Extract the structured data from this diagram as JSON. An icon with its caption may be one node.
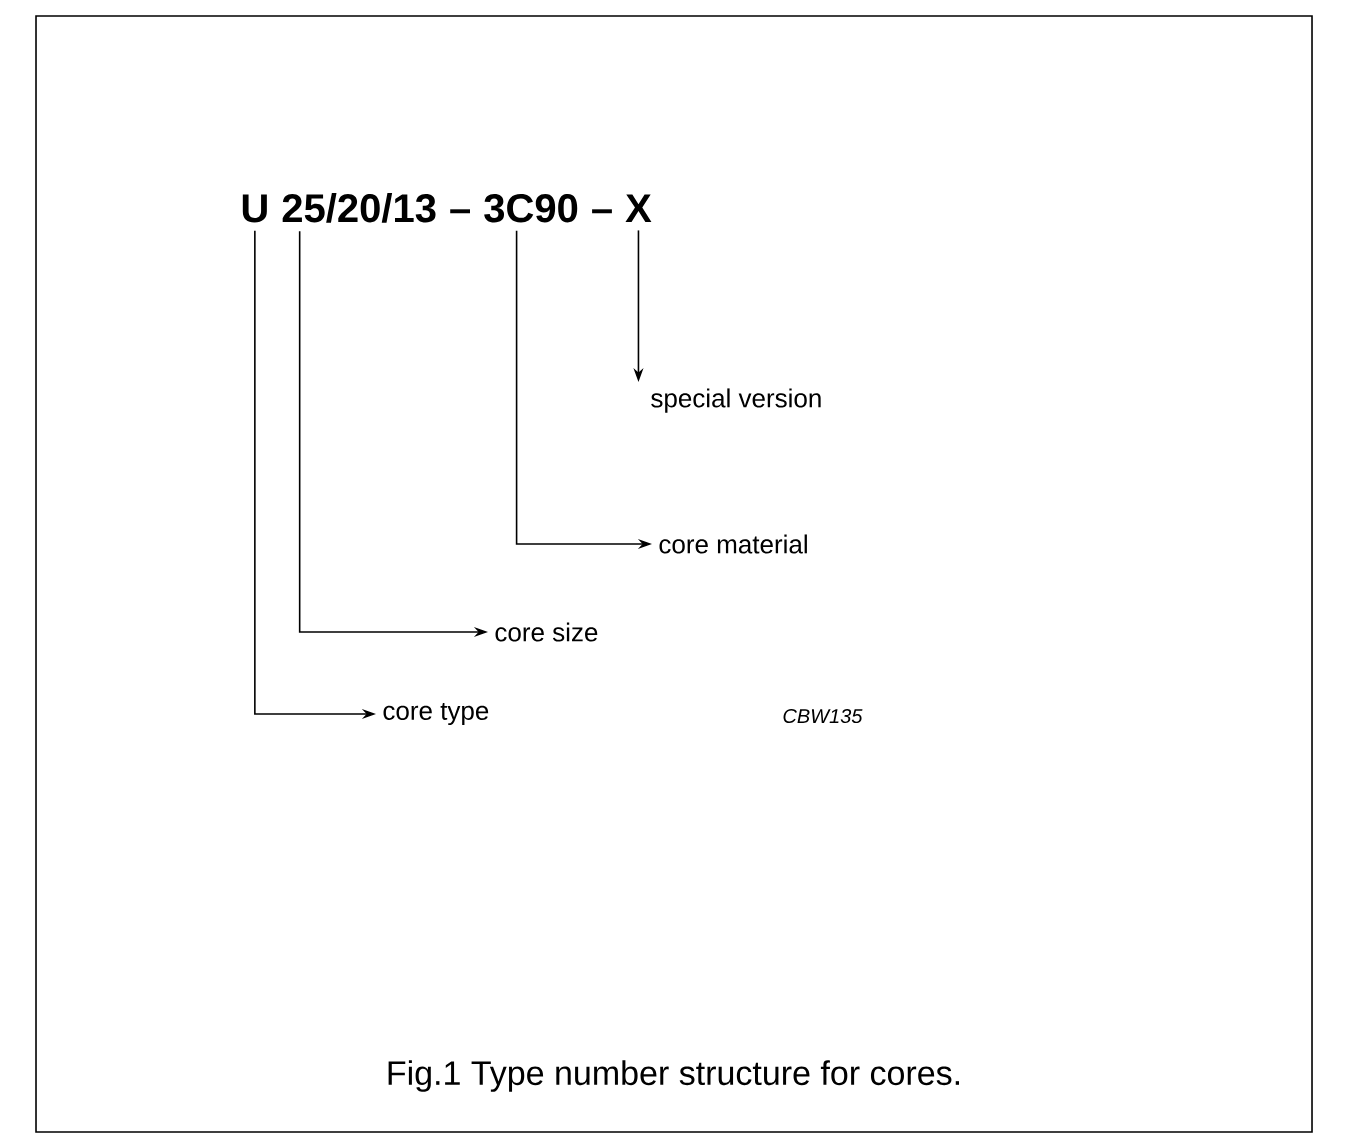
{
  "diagram": {
    "caption": "Fig.1  Type number structure for cores.",
    "nodes": [
      {
        "text": [
          "U"
        ]
      },
      {
        "text": [
          "25/20/13"
        ]
      },
      {
        "text": [
          "3C90"
        ]
      },
      {
        "text": [
          "X"
        ]
      },
      {
        "text": [
          "special version"
        ]
      },
      {
        "text": [
          "core material"
        ]
      },
      {
        "text": [
          "core size"
        ]
      },
      {
        "text": [
          "core type"
        ]
      }
    ],
    "edges": [
      {
        "from": 0,
        "to": 7,
        "arrow": "to"
      },
      {
        "from": 1,
        "to": 6,
        "arrow": "to"
      },
      {
        "from": 2,
        "to": 5,
        "arrow": "to"
      },
      {
        "from": 3,
        "to": 4,
        "arrow": "to"
      }
    ],
    "labels": [
      "–",
      "–",
      "CBW135"
    ]
  }
}
